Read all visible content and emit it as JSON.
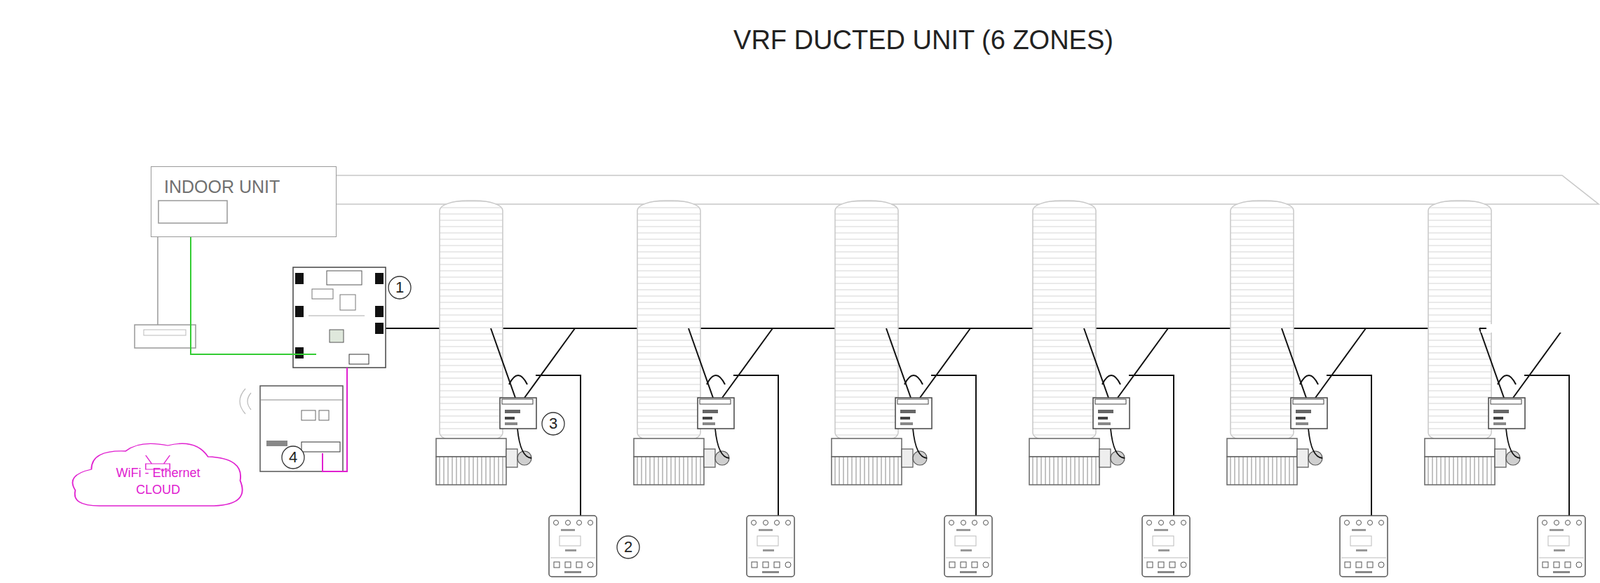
{
  "diagram": {
    "title": "VRF DUCTED UNIT (6 ZONES)",
    "nodes": [
      {
        "text": [
          "INDOOR UNIT"
        ]
      },
      {
        "text": [
          "WiFi - Ethernet",
          "CLOUD"
        ]
      }
    ],
    "labels": [
      "1",
      "3",
      "4",
      "2"
    ]
  }
}
